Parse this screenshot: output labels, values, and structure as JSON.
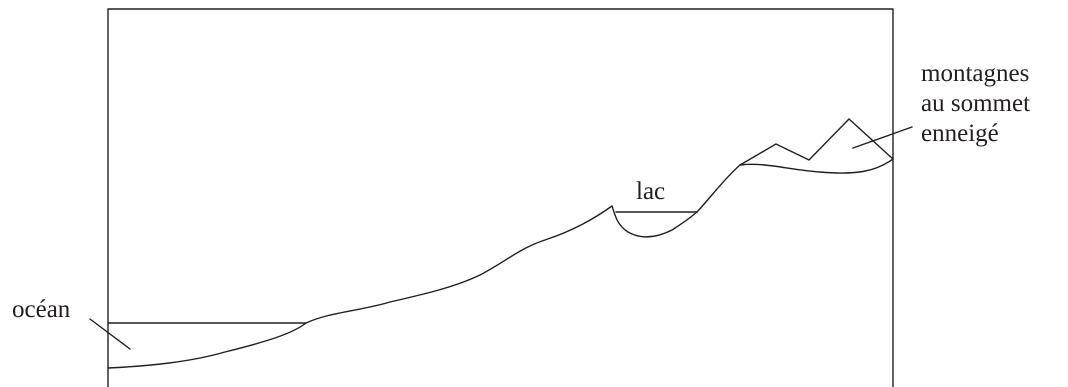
{
  "labels": {
    "ocean": "océan",
    "lake": "lac",
    "mountains_line1": "montagnes",
    "mountains_line2": "au sommet",
    "mountains_line3": "enneigé"
  }
}
